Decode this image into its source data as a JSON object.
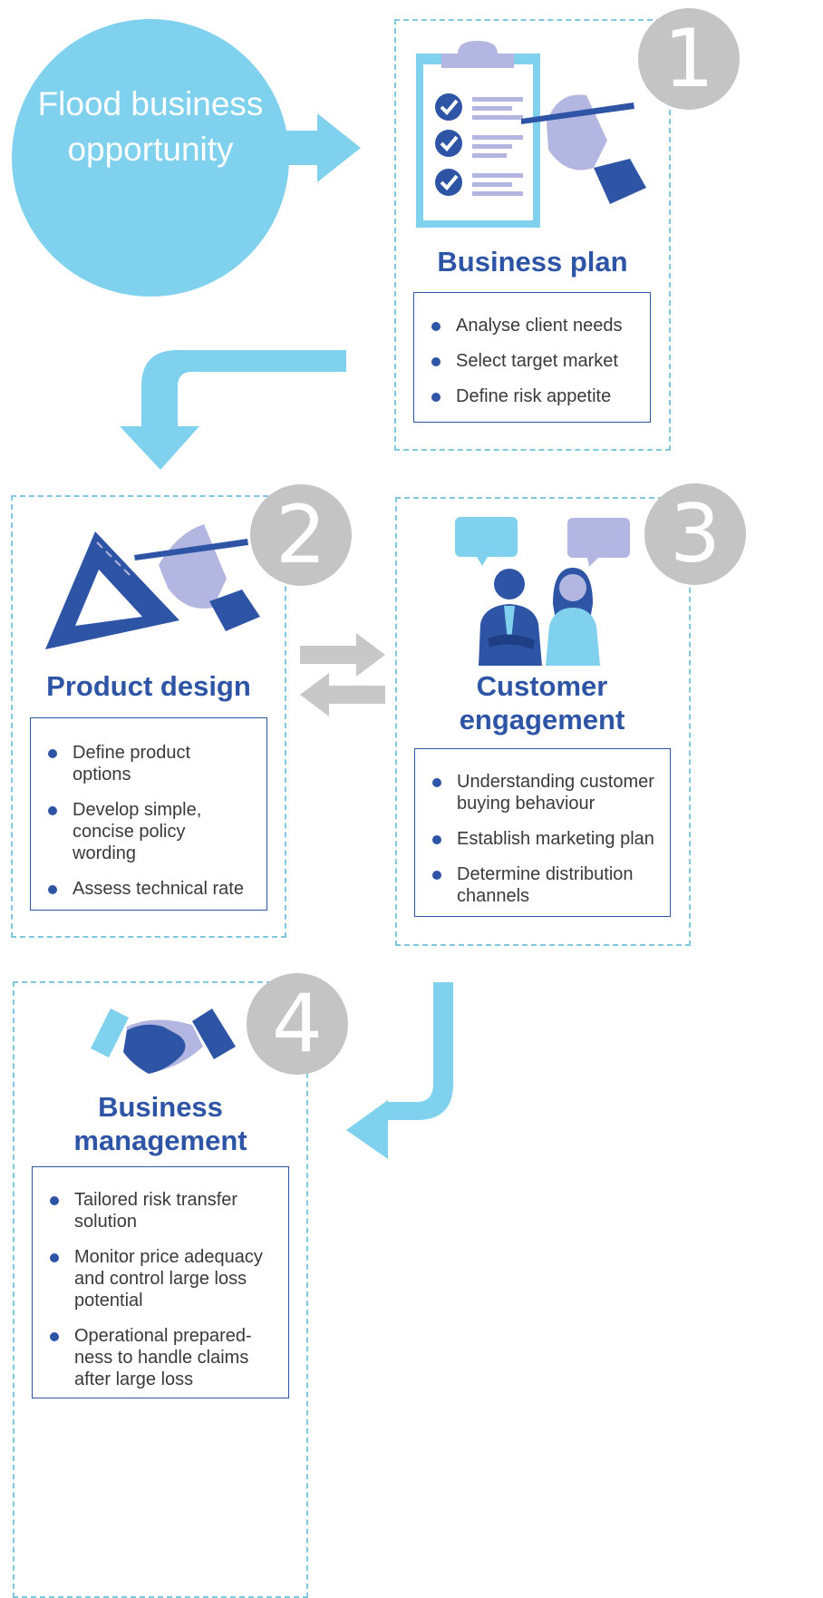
{
  "start": {
    "label": "Flood business opportunity"
  },
  "steps": [
    {
      "number": "1",
      "title": "Business plan",
      "items": [
        "Analyse client needs",
        "Select target market",
        "Define risk appetite"
      ]
    },
    {
      "number": "2",
      "title": "Product design",
      "items": [
        "Define product options",
        "Develop simple, concise policy wording",
        "Assess technical rate"
      ]
    },
    {
      "number": "3",
      "title": "Customer engagement",
      "items": [
        "Understanding customer buying behaviour",
        "Establish marketing plan",
        "Determine distribution channels"
      ]
    },
    {
      "number": "4",
      "title": "Business management",
      "items": [
        "Tailored risk transfer solution",
        "Monitor price adequacy and control large loss potential",
        "Operational prepared-ness to handle claims after large loss"
      ]
    }
  ],
  "colors": {
    "accent_light": "#7fd1ee",
    "accent_dark": "#2e55a5",
    "lavender": "#b3b6e0",
    "number_circle": "#c4c4c4",
    "dashed_border": "#7fc8e0",
    "exchange_arrows": "#c8c8c8"
  },
  "icons": {
    "step1": "clipboard-checklist-icon",
    "step2": "set-square-pencil-icon",
    "step3": "two-people-speech-bubbles-icon",
    "step4": "handshake-icon"
  }
}
